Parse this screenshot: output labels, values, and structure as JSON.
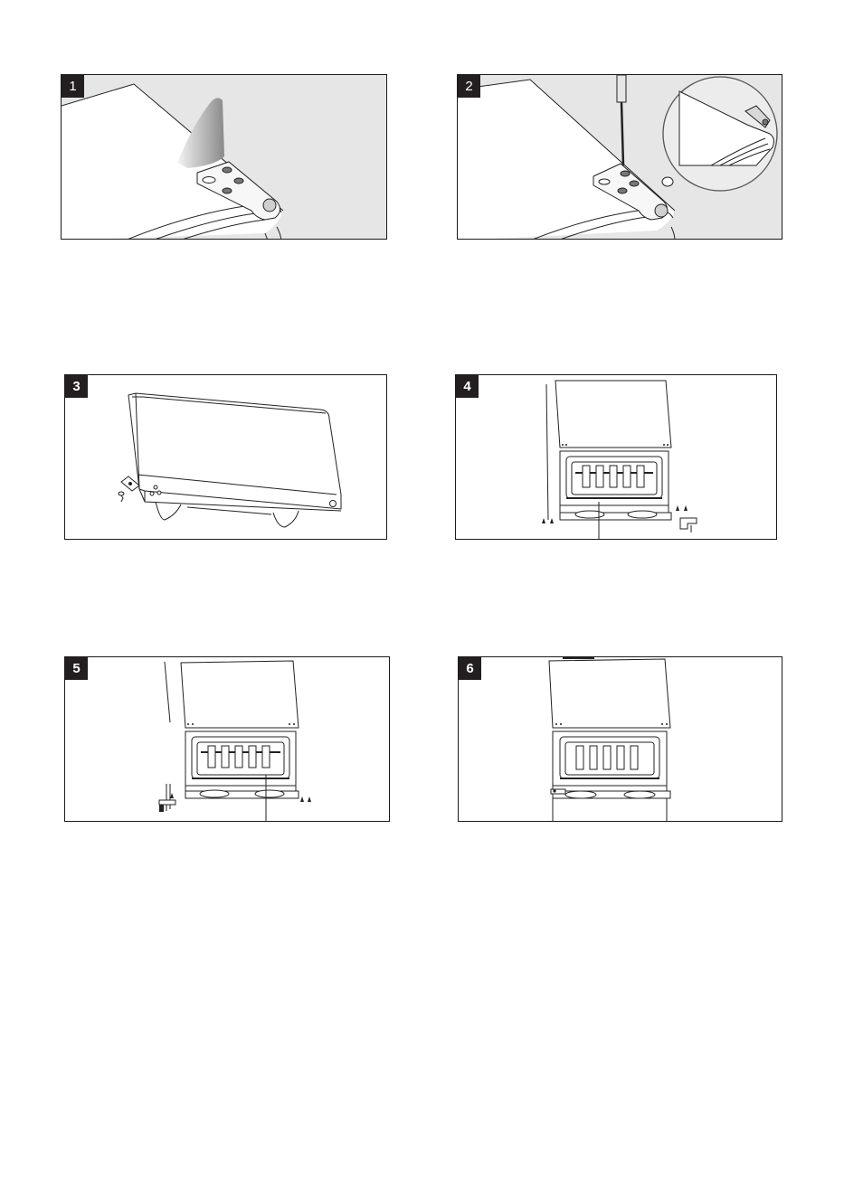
{
  "steps": [
    {
      "number": "1"
    },
    {
      "number": "2"
    },
    {
      "number": "3"
    },
    {
      "number": "4"
    },
    {
      "number": "5"
    },
    {
      "number": "6"
    }
  ],
  "colors": {
    "frame": "#1a1a1a",
    "badge_bg": "#231f20",
    "panel_gray": "#e6e6e6",
    "line": "#222222"
  }
}
